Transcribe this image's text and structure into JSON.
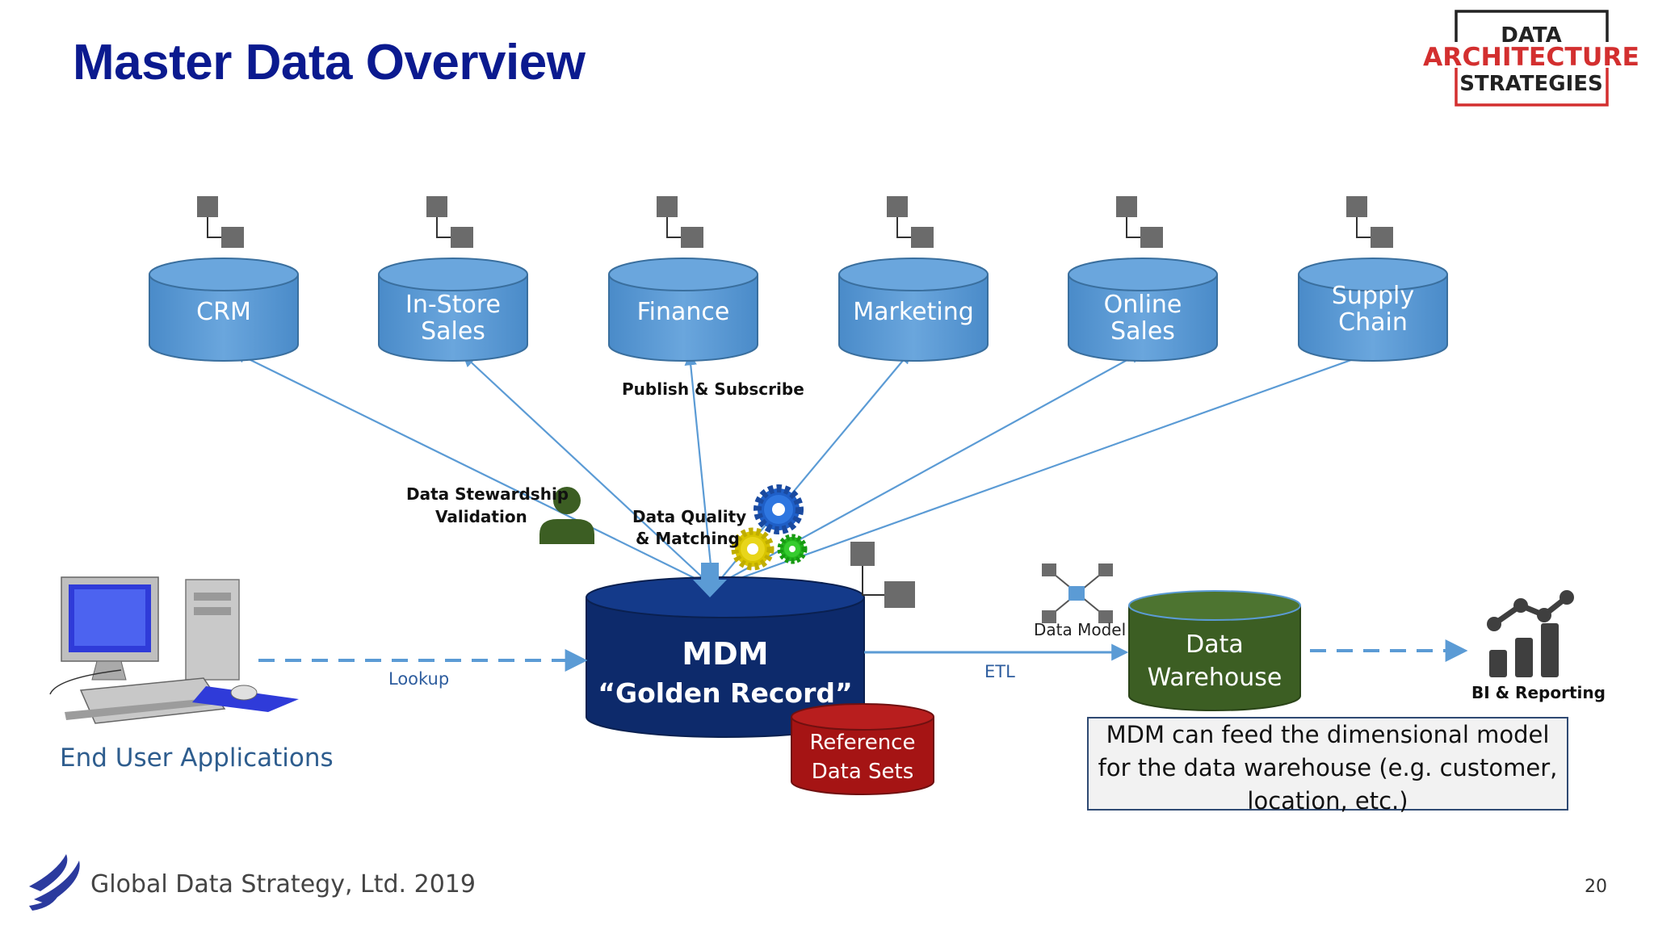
{
  "title": "Master Data Overview",
  "logo": {
    "line1": "DATA",
    "line2": "ARCHITECTURE",
    "line3": "STRATEGIES",
    "accent": "#d32f2f"
  },
  "sources": [
    {
      "id": "crm",
      "lines": [
        "CRM"
      ]
    },
    {
      "id": "instore",
      "lines": [
        "In-Store",
        "Sales"
      ]
    },
    {
      "id": "finance",
      "lines": [
        "Finance"
      ]
    },
    {
      "id": "marketing",
      "lines": [
        "Marketing"
      ]
    },
    {
      "id": "online",
      "lines": [
        "Online",
        "Sales"
      ]
    },
    {
      "id": "supply",
      "lines": [
        "Supply",
        "Chain"
      ]
    }
  ],
  "labels": {
    "publish_subscribe": "Publish & Subscribe",
    "stewardship_1": "Data Stewardship",
    "stewardship_2": "Validation",
    "quality_1": "Data Quality",
    "quality_2": "& Matching",
    "lookup": "Lookup",
    "etl": "ETL",
    "data_model": "Data Model",
    "bi": "BI & Reporting",
    "end_user": "End User Applications"
  },
  "mdm": {
    "line1": "MDM",
    "line2": "“Golden Record”"
  },
  "reference": {
    "line1": "Reference",
    "line2": "Data Sets"
  },
  "warehouse": {
    "line1": "Data",
    "line2": "Warehouse"
  },
  "note": "MDM can feed the dimensional model for the data warehouse (e.g. customer, location, etc.)",
  "footer": "Global Data Strategy, Ltd. 2019",
  "page_number": "20",
  "colors": {
    "title": "#0b1a8f",
    "source_db": "#5b9bd5",
    "mdm": "#0d2a6b",
    "reference": "#a51414",
    "warehouse": "#3c5e23",
    "arrow": "#5b9bd5",
    "icon_gray": "#6b6b6b"
  },
  "icons": [
    "hierarchy-icon",
    "person-icon",
    "gears-icon",
    "computer-icon",
    "network-icon",
    "bi-chart-icon",
    "footer-logo-icon"
  ]
}
